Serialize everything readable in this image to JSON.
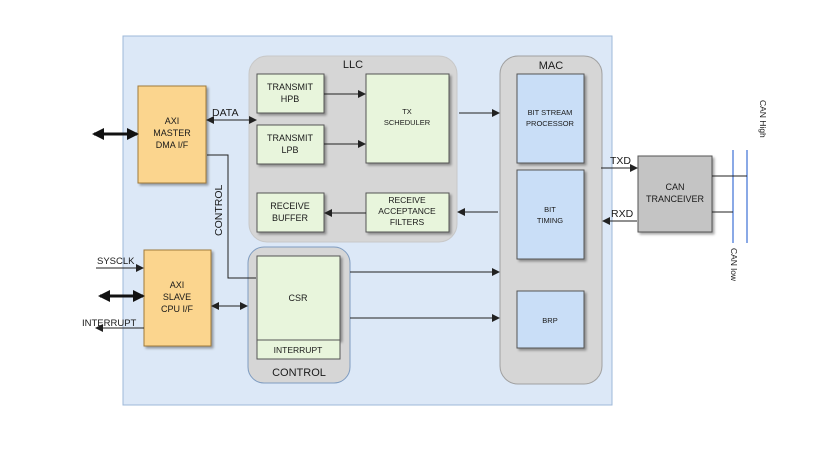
{
  "diagram": {
    "llc": {
      "title": "LLC",
      "transmit_hpb": [
        "TRANSMIT",
        "HPB"
      ],
      "transmit_lpb": [
        "TRANSMIT",
        "LPB"
      ],
      "tx_scheduler": [
        "TX",
        "SCHEDULER"
      ],
      "receive_buffer": [
        "RECEIVE",
        "BUFFER"
      ],
      "receive_acceptance_filters": [
        "RECEIVE",
        "ACCEPTANCE",
        "FILTERS"
      ]
    },
    "mac": {
      "title": "MAC",
      "bit_stream_processor": [
        "BIT STREAM",
        "PROCESSOR"
      ],
      "bit_timing": [
        "BIT",
        "TIMING"
      ],
      "brp": "BRP"
    },
    "axi_master": [
      "AXI",
      "MASTER",
      "DMA I/F"
    ],
    "axi_slave": [
      "AXI",
      "SLAVE",
      "CPU I/F"
    ],
    "control_group": {
      "title": "CONTROL",
      "csr": "CSR",
      "interrupt": "INTERRUPT"
    },
    "can_transceiver": [
      "CAN",
      "TRANCEIVER"
    ],
    "signals": {
      "data": "DATA",
      "control": "CONTROL",
      "sysclk": "SYSCLK",
      "interrupt": "INTERRUPT",
      "txd": "TXD",
      "rxd": "RXD",
      "can_high": "CAN High",
      "can_low": "CAN low"
    },
    "colors": {
      "outer_bg": "#dce8f7",
      "outer_border": "#9eb8d8",
      "group_bg": "#d6d6d6",
      "green_block": "#e8f5dc",
      "orange_block": "#fbd58e",
      "blue_block": "#c9def7",
      "gray_block": "#c4c4c4"
    }
  }
}
